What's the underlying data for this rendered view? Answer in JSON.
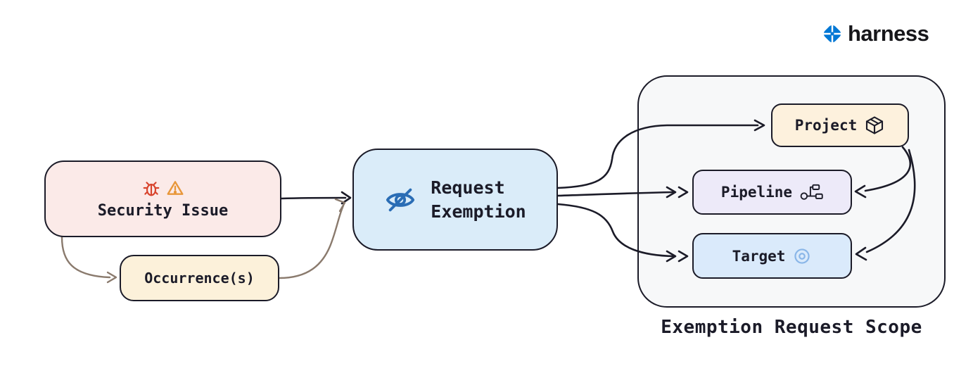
{
  "logo": {
    "text": "harness"
  },
  "nodes": {
    "security_issue": {
      "label": "Security Issue"
    },
    "occurrences": {
      "label": "Occurrence(s)"
    },
    "request_exemption": {
      "line1": "Request",
      "line2": "Exemption"
    },
    "project": {
      "label": "Project"
    },
    "pipeline": {
      "label": "Pipeline"
    },
    "target": {
      "label": "Target"
    }
  },
  "scope": {
    "label": "Exemption Request Scope"
  },
  "colors": {
    "ink": "#1b1b28",
    "security_bg": "#fbeae8",
    "occurrence_bg": "#fcf1da",
    "exemption_bg": "#daecf9",
    "project_bg": "#fdf1dd",
    "pipeline_bg": "#edeaf9",
    "target_bg": "#daeafb",
    "scope_bg": "#f7f8f9",
    "bug_icon": "#d8432c",
    "warning_icon": "#e8973a",
    "eye_icon": "#2a6db5",
    "target_icon": "#8ab6e8",
    "primary_edge": "#1b1b28",
    "secondary_edge": "#8a7a6d",
    "logo_blue": "#0278d5"
  }
}
